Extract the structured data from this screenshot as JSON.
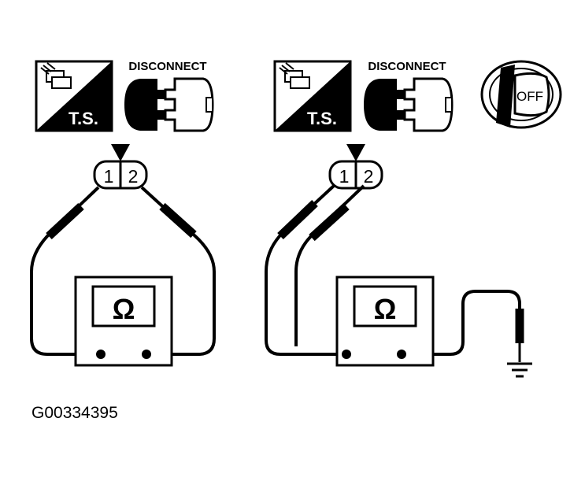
{
  "panels": [
    {
      "ts_label": "T.S.",
      "disconnect_label": "DISCONNECT",
      "pins": [
        "1",
        "2"
      ],
      "meter_symbol": "Ω"
    },
    {
      "ts_label": "T.S.",
      "disconnect_label": "DISCONNECT",
      "ignition_label": "OFF",
      "pins": [
        "1",
        "2"
      ],
      "meter_symbol": "Ω"
    }
  ],
  "figure_code": "G00334395",
  "colors": {
    "ink": "#000000",
    "paper": "#ffffff"
  }
}
